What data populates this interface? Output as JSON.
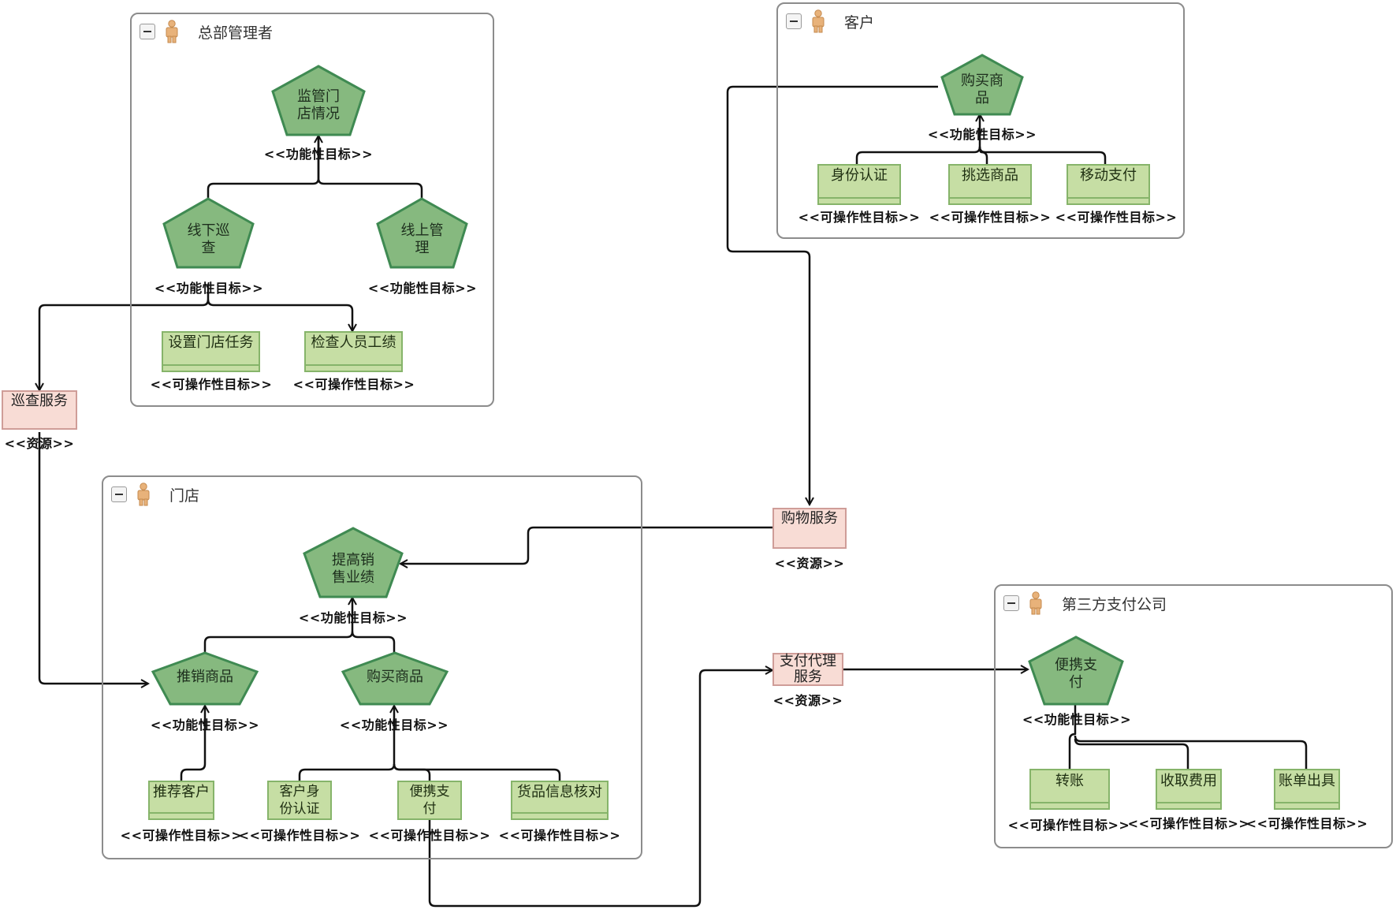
{
  "stereotypes": {
    "functional_goal": "<<功能性目标>>",
    "operable_goal": "<<可操作性目标>>",
    "resource": "<<资源>>"
  },
  "colors": {
    "goal_fill": "#86b97f",
    "goal_stroke": "#3f8a52",
    "task_fill": "#c6dea4",
    "task_stroke": "#86b46a",
    "resource_fill": "#f8dcd5",
    "resource_stroke": "#cf9d98",
    "actor_border": "#8c8c8c",
    "actor_icon": "#e8b27a",
    "link": "#111111"
  },
  "actors": {
    "hq": {
      "title": "总部管理者",
      "icon": "person-icon"
    },
    "customer": {
      "title": "客户",
      "icon": "person-icon"
    },
    "store": {
      "title": "门店",
      "icon": "person-icon"
    },
    "payment": {
      "title": "第三方支付公司",
      "icon": "person-icon"
    }
  },
  "goals": {
    "monitor": [
      "监管门",
      "店情况"
    ],
    "offline": [
      "线下巡",
      "查"
    ],
    "online": [
      "线上管",
      "理"
    ],
    "buy_c": [
      "购买商",
      "品"
    ],
    "sales": [
      "提高销",
      "售业绩"
    ],
    "promote": [
      "推销商品"
    ],
    "buy_s": [
      "购买商品"
    ],
    "pay": [
      "便携支",
      "付"
    ]
  },
  "tasks": {
    "set_task": [
      "设置门店任务"
    ],
    "check_staff": [
      "检查人员工绩"
    ],
    "identity": [
      "身份认证"
    ],
    "select": [
      "挑选商品"
    ],
    "mobile_pay": [
      "移动支付"
    ],
    "recommend": [
      "推荐客户"
    ],
    "cust_identity": [
      "客户身",
      "份认证"
    ],
    "portable_pay": [
      "便携支",
      "付"
    ],
    "goods_check": [
      "货品信息核对"
    ],
    "transfer": [
      "转账"
    ],
    "fee": [
      "收取费用"
    ],
    "bill": [
      "账单出具"
    ]
  },
  "resources": {
    "patrol": [
      "巡查服务"
    ],
    "shopping": [
      "购物服务"
    ],
    "pay_agent": [
      "支付代理",
      "服务"
    ]
  }
}
